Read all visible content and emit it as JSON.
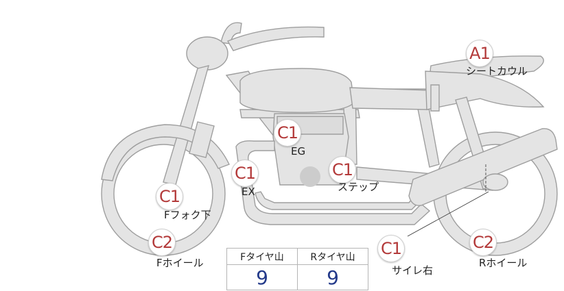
{
  "points": [
    {
      "grade": "A1",
      "label": "シートカウル"
    },
    {
      "grade": "C1",
      "label": "EG"
    },
    {
      "grade": "C1",
      "label": "EX"
    },
    {
      "grade": "C1",
      "label": "ステップ"
    },
    {
      "grade": "C1",
      "label": "Fフォク下"
    },
    {
      "grade": "C2",
      "label": "Fホイール"
    },
    {
      "grade": "C1",
      "label": "サイレ右"
    },
    {
      "grade": "C2",
      "label": "Rホイール"
    }
  ],
  "tyre_table": {
    "headers": [
      "Fタイヤ山",
      "Rタイヤ山"
    ],
    "values": [
      "9",
      "9"
    ]
  },
  "colors": {
    "bike_fill": "#e4e4e4",
    "bike_stroke": "#9e9e9e",
    "grade_text": "#b33a3a",
    "value_text": "#233a8a"
  }
}
